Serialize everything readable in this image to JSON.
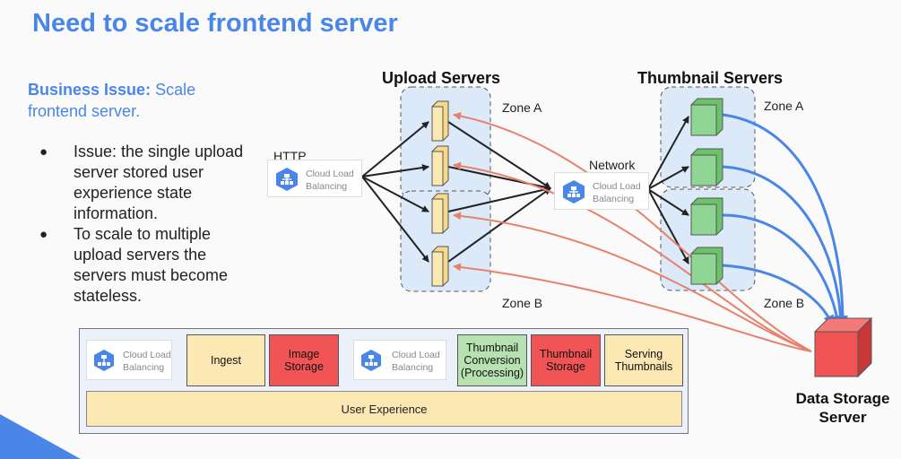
{
  "title": "Need to scale frontend server",
  "business": {
    "label": "Business Issue:",
    "text": " Scale frontend server."
  },
  "bullets": [
    "Issue: the single upload server stored user experience state information.",
    "To scale to multiple upload servers the servers must become stateless."
  ],
  "diagram": {
    "upload_header": "Upload Servers",
    "thumb_header": "Thumbnail Servers",
    "http_label": "HTTP",
    "network_label": "Network",
    "zone_a": "Zone A",
    "zone_b": "Zone B",
    "lb_line1": "Cloud Load",
    "lb_line2": "Balancing",
    "data_storage": "Data Storage Server",
    "colors": {
      "blue_arrow": "#4a86e8",
      "red_arrow": "#e8806c",
      "zone_fill": "#dbe9f8",
      "server_yellow": "#fce8b2",
      "server_green": "#8fd694",
      "storage_red": "#f05454"
    }
  },
  "pipeline": {
    "lb1_line1": "Cloud Load",
    "lb1_line2": "Balancing",
    "ingest": "Ingest",
    "image_storage": "Image Storage",
    "lb2_line1": "Cloud Load",
    "lb2_line2": "Balancing",
    "thumb_conversion": "Thumbnail Conversion (Processing)",
    "thumb_storage": "Thumbnail Storage",
    "serving": "Serving Thumbnails",
    "user_experience": "User Experience"
  }
}
